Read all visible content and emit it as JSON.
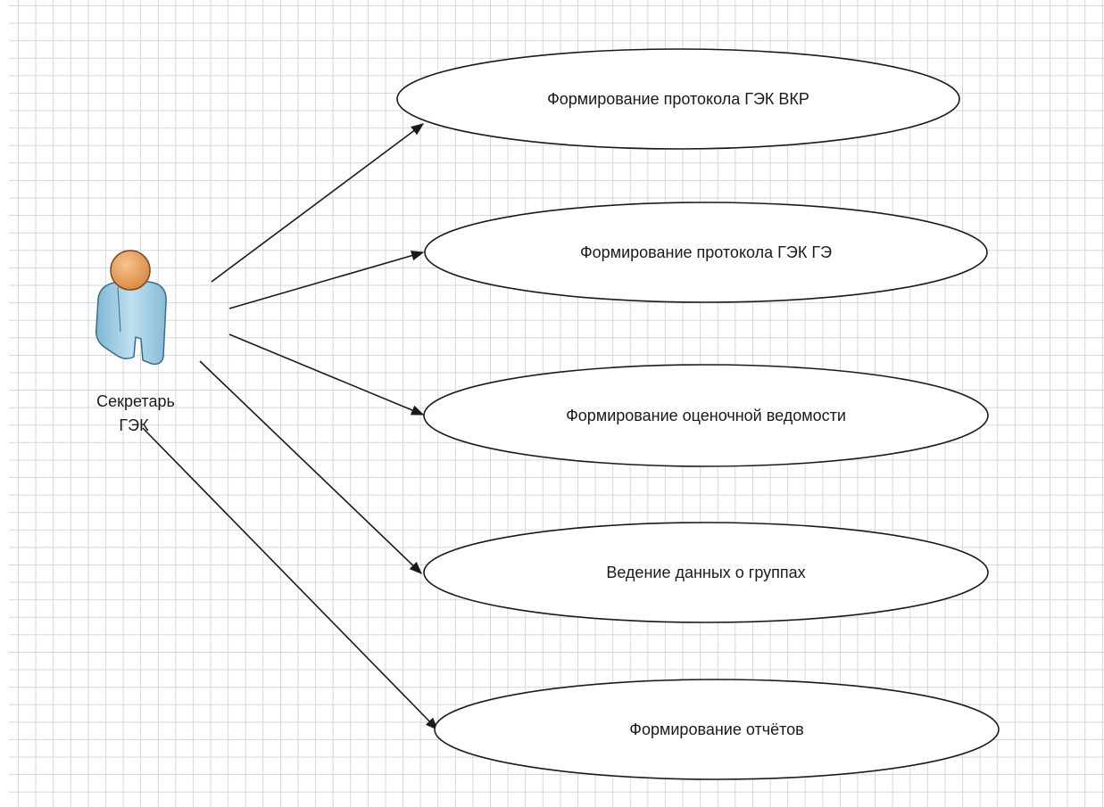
{
  "actor": {
    "name_line1": "Секретарь",
    "name_line2": "ГЭК",
    "icon": "user-icon"
  },
  "use_cases": [
    {
      "label": "Формирование протокола ГЭК ВКР"
    },
    {
      "label": "Формирование протокола ГЭК ГЭ"
    },
    {
      "label": "Формирование оценочной ведомости"
    },
    {
      "label": "Ведение данных о группах"
    },
    {
      "label": "Формирование отчётов"
    }
  ],
  "colors": {
    "grid": "#d6d6d6",
    "stroke": "#1a1a1a",
    "actor_body": "#a9d3e8",
    "actor_head": "#e8a15c"
  }
}
